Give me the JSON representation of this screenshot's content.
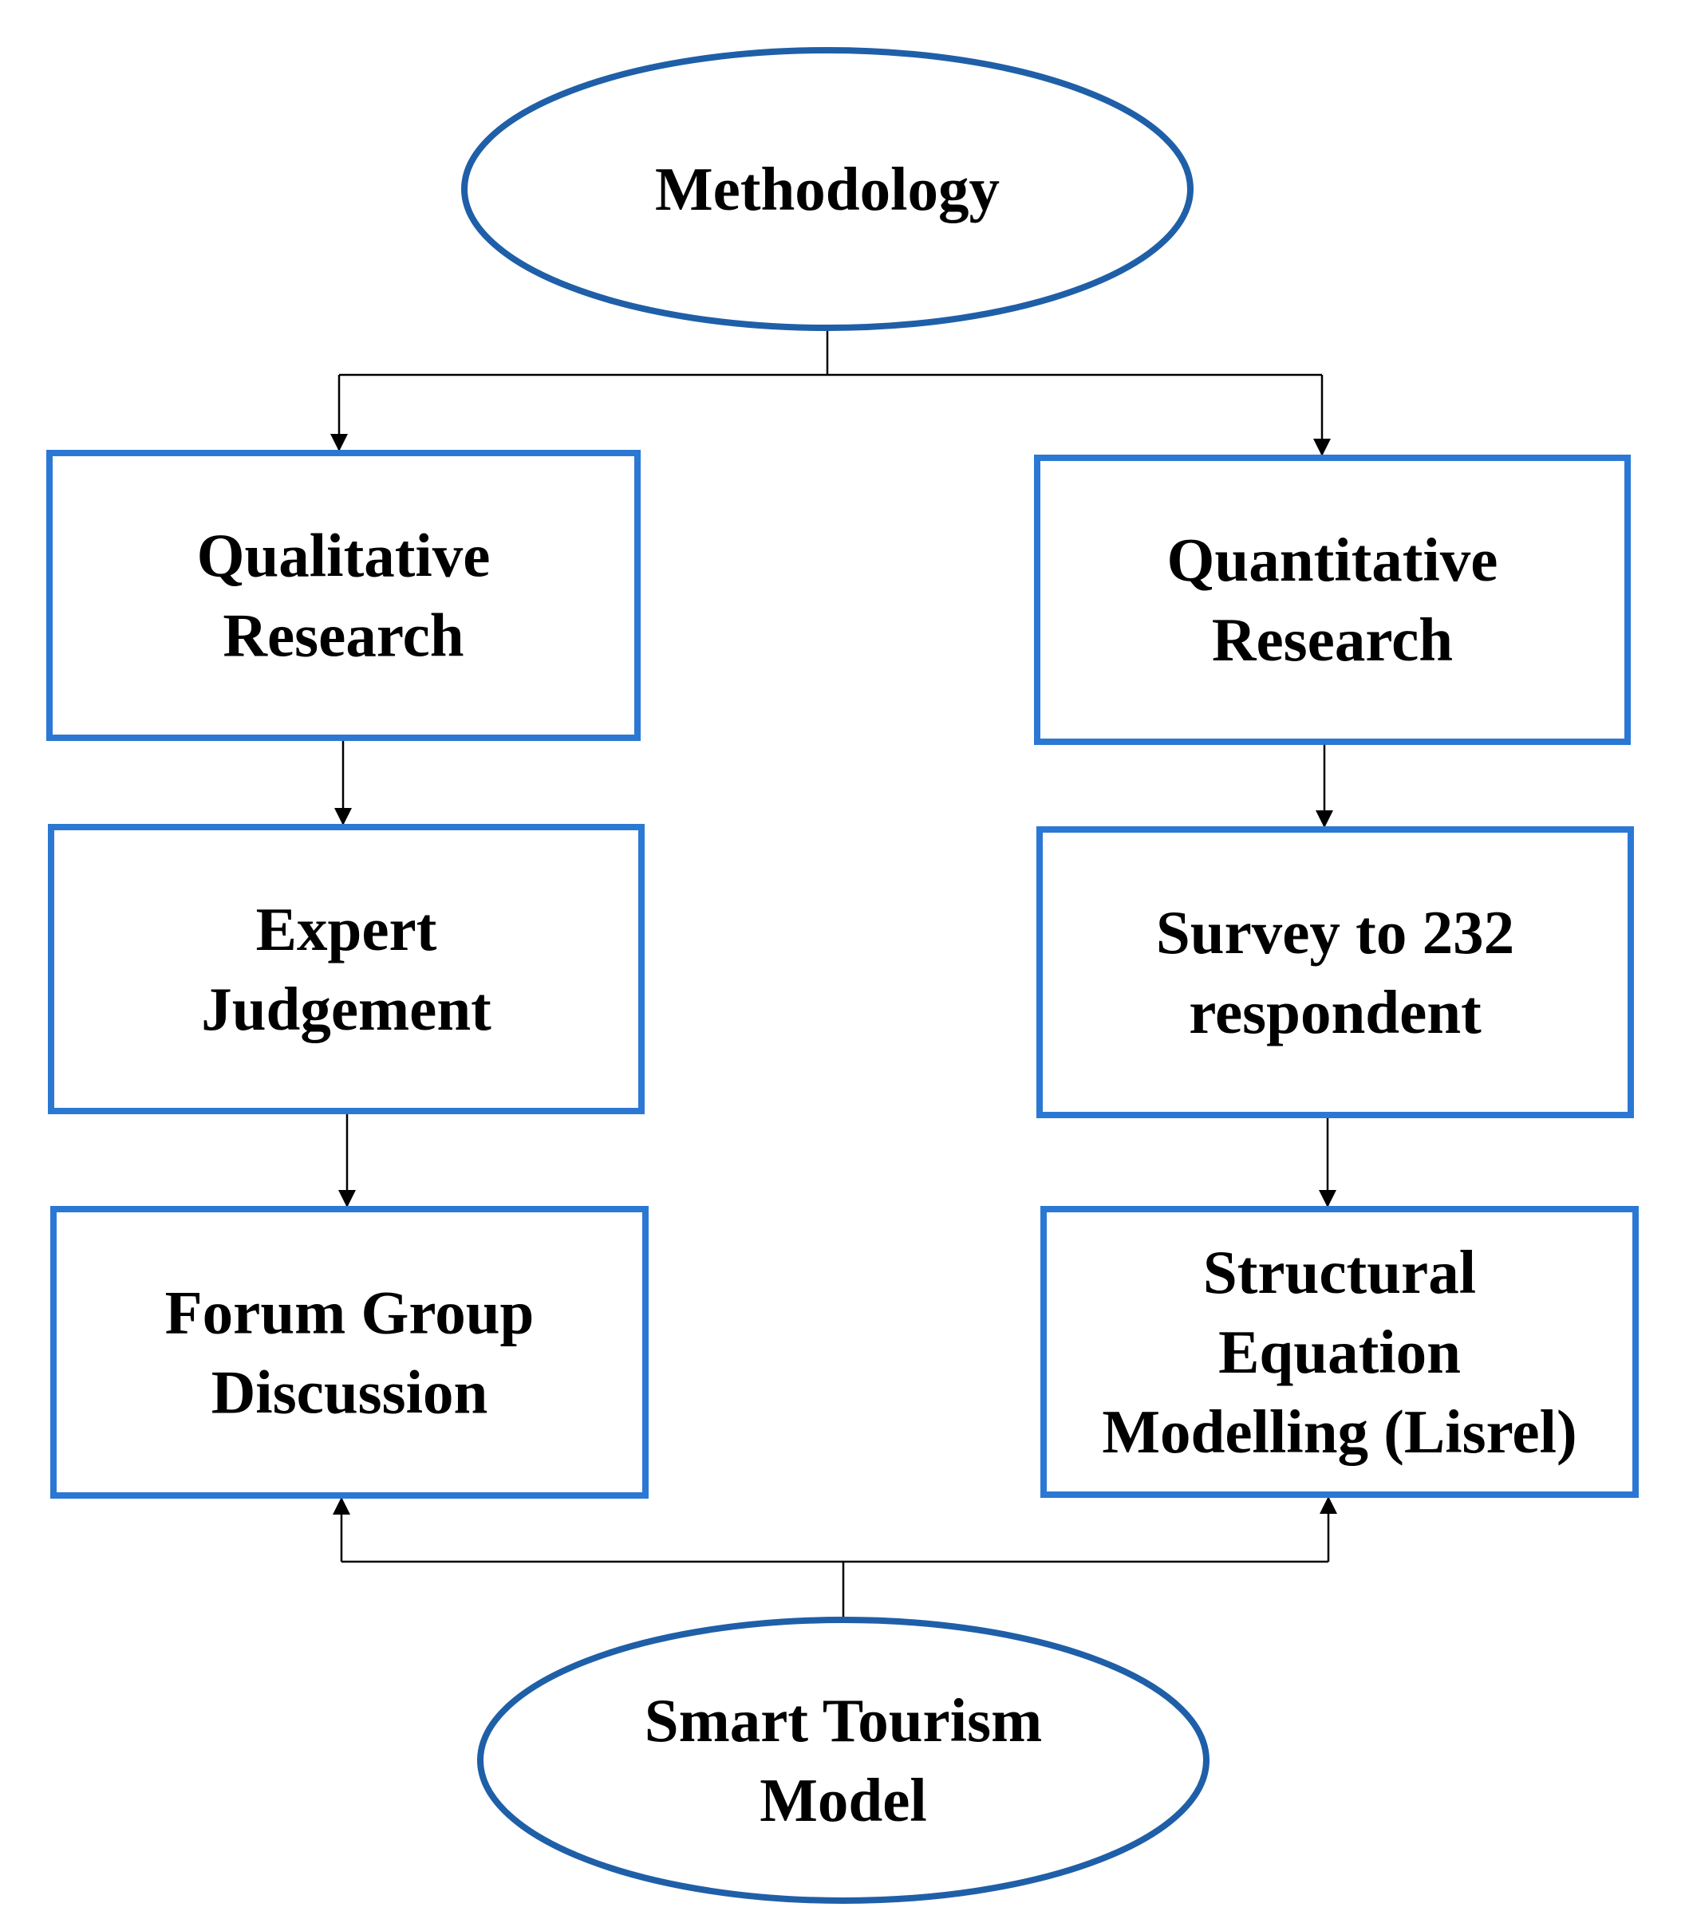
{
  "colors": {
    "box_border": "#2B78D4",
    "ellipse_border": "#1F5FA8",
    "text": "#000000",
    "arrow": "#000000"
  },
  "nodes": {
    "methodology": {
      "shape": "ellipse",
      "lines": [
        "Methodology"
      ]
    },
    "qualitative": {
      "shape": "box",
      "lines": [
        "Qualitative",
        "Research"
      ]
    },
    "quantitative": {
      "shape": "box",
      "lines": [
        "Quantitative",
        "Research"
      ]
    },
    "expert": {
      "shape": "box",
      "lines": [
        "Expert",
        "Judgement"
      ]
    },
    "survey": {
      "shape": "box",
      "lines": [
        "Survey to 232",
        "respondent"
      ]
    },
    "forum": {
      "shape": "box",
      "lines": [
        "Forum Group",
        "Discussion"
      ]
    },
    "sem": {
      "shape": "box",
      "lines": [
        "Structural",
        "Equation",
        "Modelling (Lisrel)"
      ]
    },
    "smart_tourism": {
      "shape": "ellipse",
      "lines": [
        "Smart Tourism",
        "Model"
      ]
    }
  },
  "edges": [
    {
      "from": "methodology",
      "to": "qualitative"
    },
    {
      "from": "methodology",
      "to": "quantitative"
    },
    {
      "from": "qualitative",
      "to": "expert"
    },
    {
      "from": "expert",
      "to": "forum"
    },
    {
      "from": "quantitative",
      "to": "survey"
    },
    {
      "from": "survey",
      "to": "sem"
    },
    {
      "from": "smart_tourism",
      "to": "forum"
    },
    {
      "from": "smart_tourism",
      "to": "sem"
    }
  ]
}
